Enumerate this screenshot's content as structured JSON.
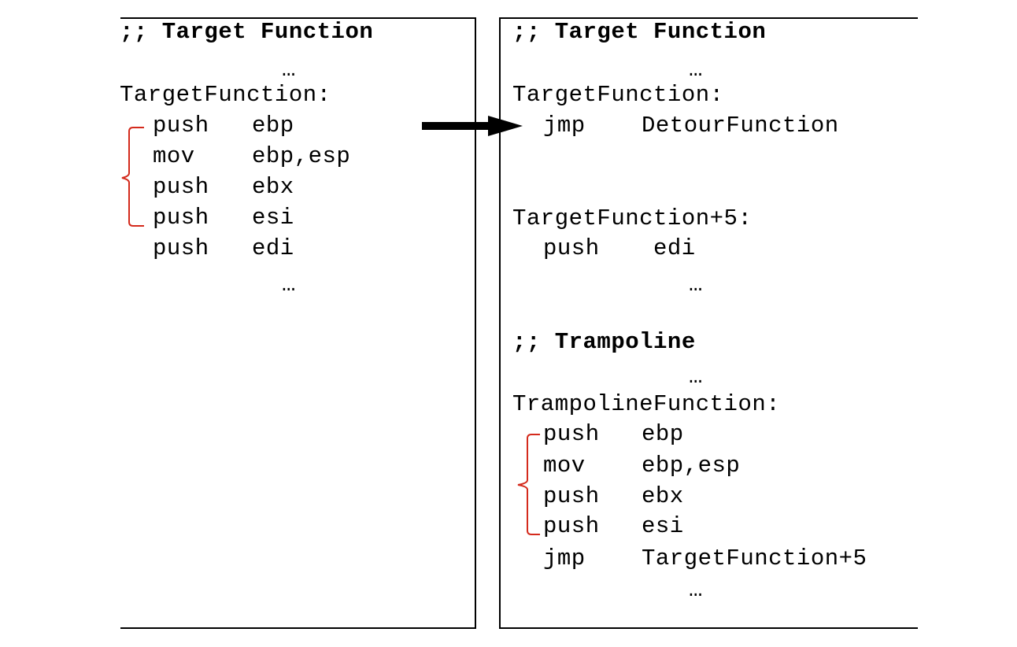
{
  "left": {
    "comment": ";; Target Function",
    "ellipsis_top": "…",
    "label": "TargetFunction:",
    "instructions": [
      {
        "op": "push",
        "arg": "ebp"
      },
      {
        "op": "mov",
        "arg": "ebp,esp"
      },
      {
        "op": "push",
        "arg": "ebx"
      },
      {
        "op": "push",
        "arg": "esi"
      },
      {
        "op": "push",
        "arg": "edi"
      }
    ],
    "ellipsis_bottom": "…"
  },
  "right": {
    "comment": ";; Target Function",
    "ellipsis_top": "…",
    "label": "TargetFunction:",
    "jump": {
      "op": "jmp",
      "arg": "DetourFunction"
    },
    "label2": "TargetFunction+5:",
    "after": {
      "op": "push",
      "arg": "edi"
    },
    "ellipsis_mid": "…",
    "tramp_comment": ";; Trampoline",
    "ellipsis_tramp": "…",
    "tramp_label": "TrampolineFunction:",
    "tramp_instructions": [
      {
        "op": "push",
        "arg": "ebp"
      },
      {
        "op": "mov",
        "arg": "ebp,esp"
      },
      {
        "op": "push",
        "arg": "ebx"
      },
      {
        "op": "push",
        "arg": "esi"
      },
      {
        "op": "jmp",
        "arg": "TargetFunction+5"
      }
    ],
    "ellipsis_bottom": "…"
  },
  "colors": {
    "bracket": "#d42a1c",
    "line": "#000000"
  }
}
